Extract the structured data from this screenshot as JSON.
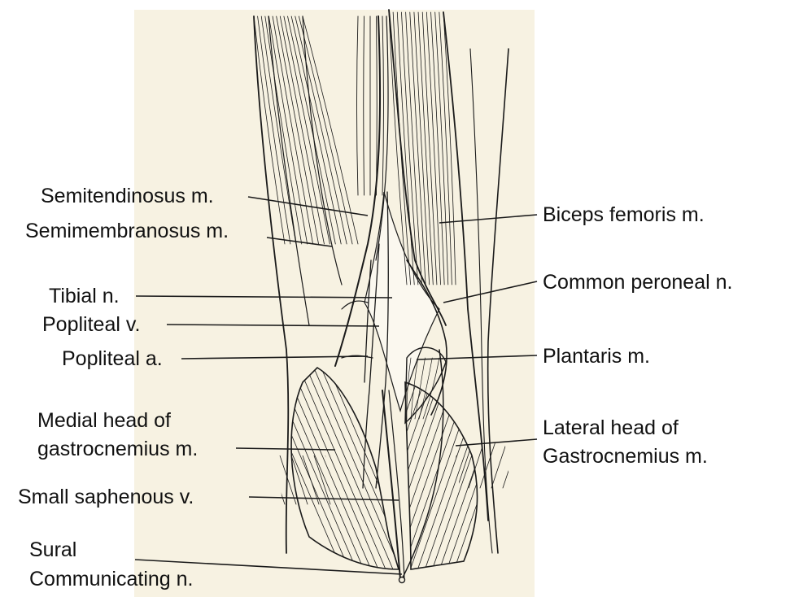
{
  "labels": {
    "semitendinosus": "Semitendinosus m.",
    "semimembranosus": "Semimembranosus m.",
    "tibial": "Tibial n.",
    "popliteal_v": "Popliteal v.",
    "popliteal_a": "Popliteal a.",
    "medial_head_1": "Medial head of",
    "medial_head_2": "gastrocnemius m.",
    "small_saphenous": "Small saphenous v.",
    "sural_1": "Sural",
    "sural_2": "Communicating n.",
    "biceps": "Biceps femoris m.",
    "common_peroneal": "Common peroneal n.",
    "plantaris": "Plantaris m.",
    "lateral_head_1": "Lateral head of",
    "lateral_head_2": "Gastrocnemius m."
  },
  "colors": {
    "background": "#ffffff",
    "drawing_bg": "#f7f2e2",
    "ink": "#1a1a1a",
    "label_text": "#111111"
  }
}
